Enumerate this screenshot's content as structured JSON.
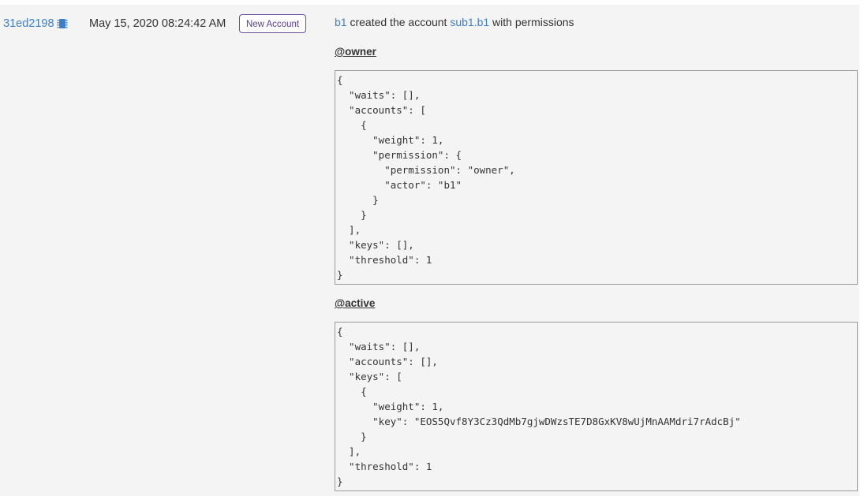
{
  "row": {
    "tx_id": "31ed2198",
    "tx_icon": "chip-icon",
    "timestamp": "May 15, 2020 08:24:42 AM",
    "action_badge": "New Account",
    "description": {
      "actor": "b1",
      "text_middle": " created the account ",
      "account": "sub1.b1",
      "text_end": " with permissions"
    },
    "permissions": [
      {
        "title": "@owner",
        "json": "{\n  \"waits\": [],\n  \"accounts\": [\n    {\n      \"weight\": 1,\n      \"permission\": {\n        \"permission\": \"owner\",\n        \"actor\": \"b1\"\n      }\n    }\n  ],\n  \"keys\": [],\n  \"threshold\": 1\n}"
      },
      {
        "title": "@active",
        "json": "{\n  \"waits\": [],\n  \"accounts\": [],\n  \"keys\": [\n    {\n      \"weight\": 1,\n      \"key\": \"EOS5Qvf8Y3Cz3QdMb7gjwDWzsTE7D8GxKV8wUjMnAAMdri7rAdcBj\"\n    }\n  ],\n  \"threshold\": 1\n}"
      }
    ]
  },
  "colors": {
    "link": "#3f7ec8",
    "badge_border": "#6a4fa3",
    "row_background": "#f4f4f4"
  }
}
